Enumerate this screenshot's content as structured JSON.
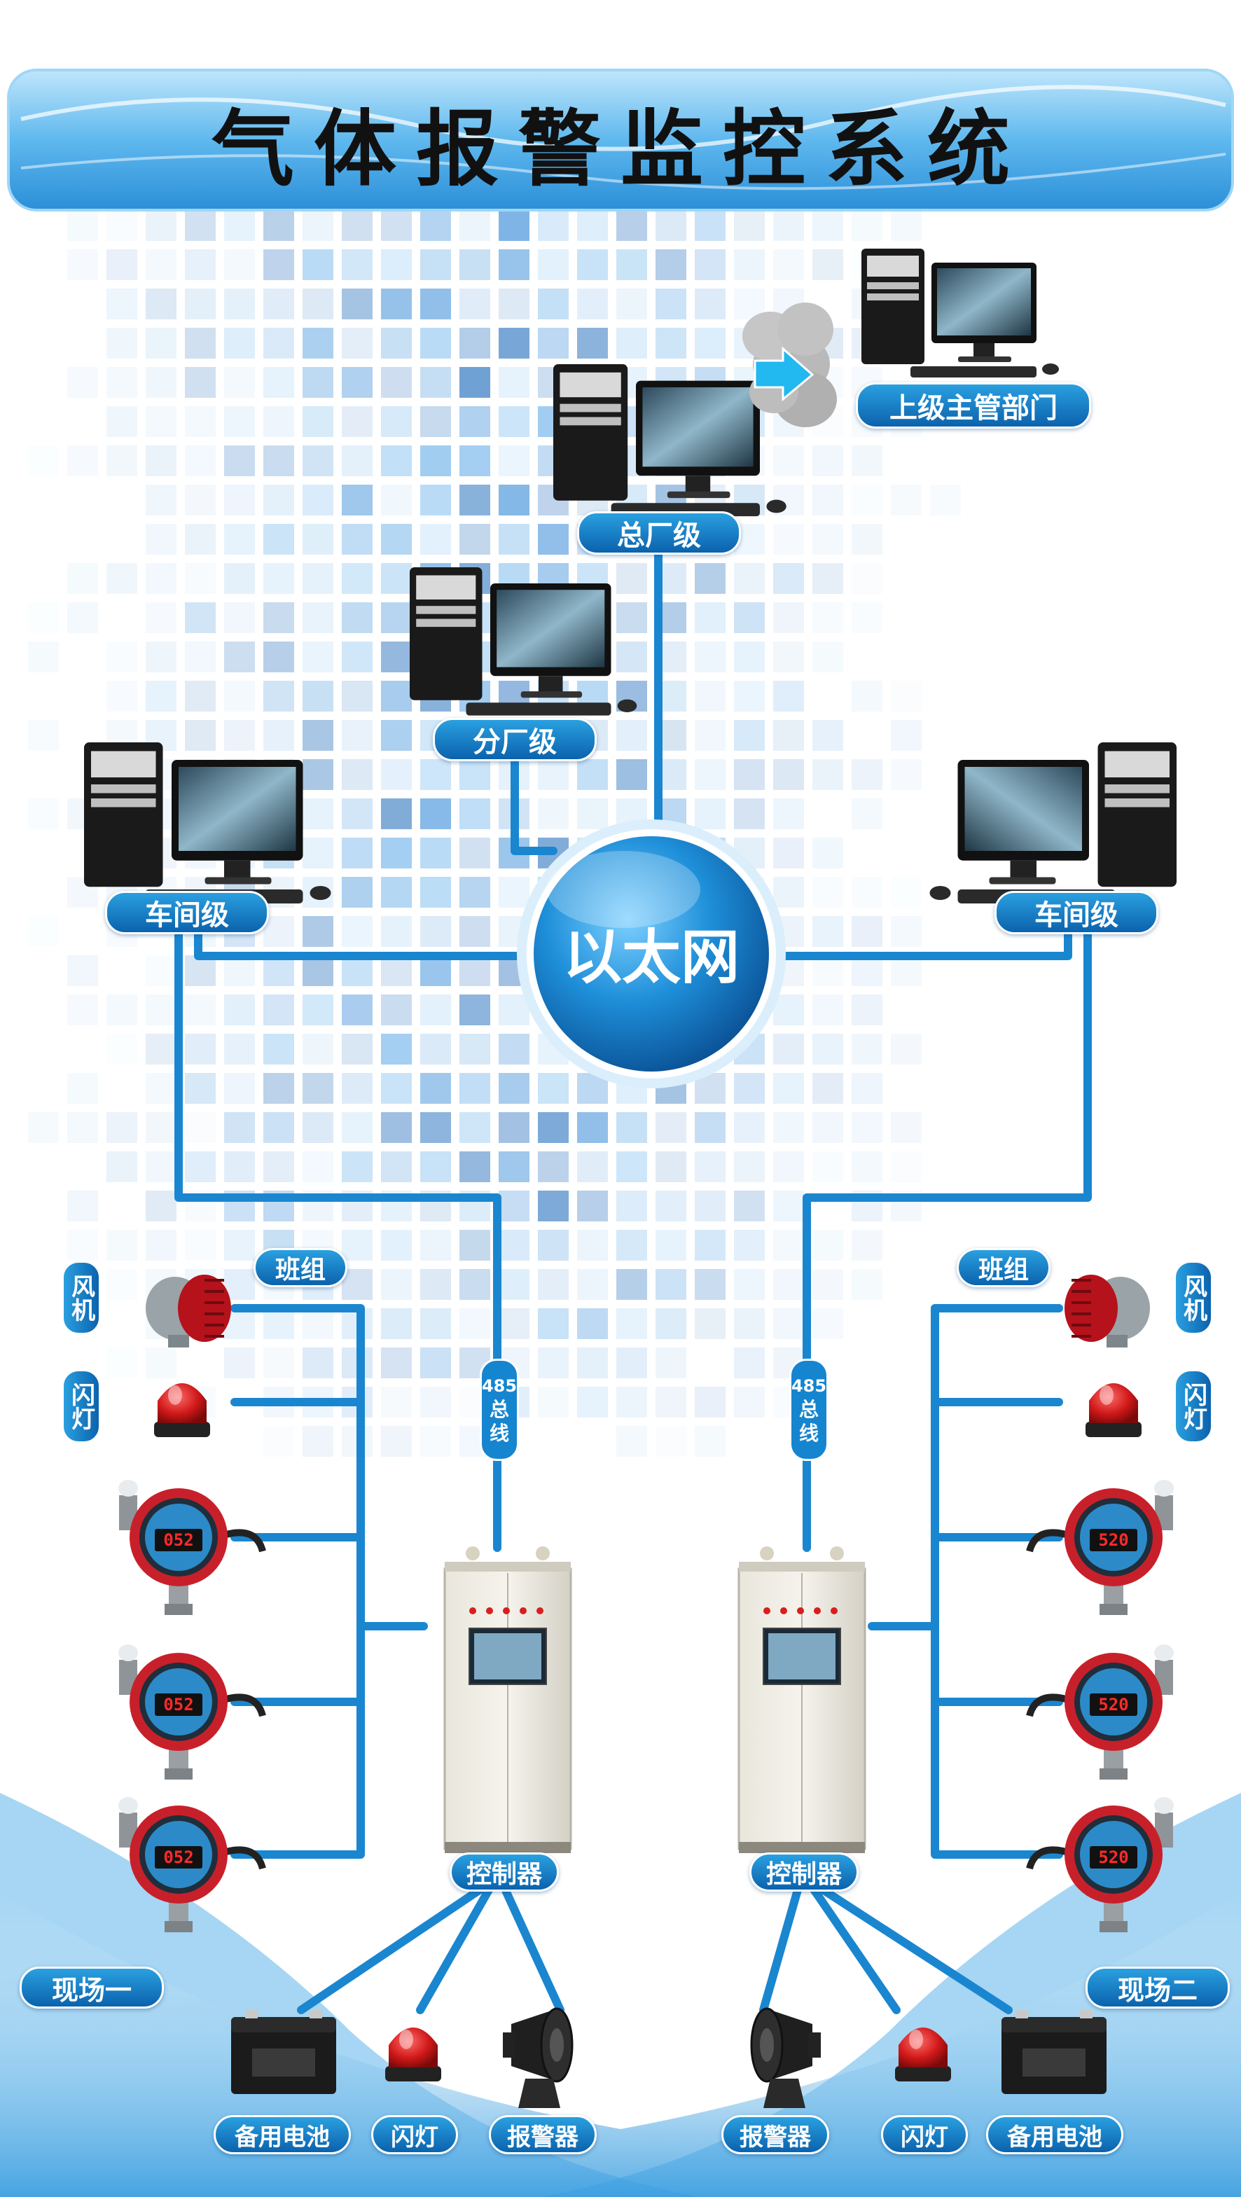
{
  "title": "气体报警监控系统",
  "network": {
    "ethernet": "以太网",
    "bus_number": "485",
    "bus_chars": [
      "总",
      "线"
    ]
  },
  "levels": {
    "superior": "上级主管部门",
    "head_plant": "总厂级",
    "branch_plant": "分厂级",
    "workshop_left": "车间级",
    "workshop_right": "车间级"
  },
  "site_left": {
    "site_name": "现场一",
    "team": "班组",
    "fan": "风机",
    "flash": "闪灯",
    "controller": "控制器",
    "detector_reading": "052",
    "battery": "备用电池",
    "flash_bottom": "闪灯",
    "alarm": "报警器"
  },
  "site_right": {
    "site_name": "现场二",
    "team": "班组",
    "fan": "风机",
    "flash": "闪灯",
    "controller": "控制器",
    "detector_reading": "520",
    "battery": "备用电池",
    "flash_bottom": "闪灯",
    "alarm": "报警器"
  },
  "colors": {
    "line_blue": "#1a86d0",
    "label_blue": "#0b62ad",
    "detector_red": "#c8202a",
    "screen_red": "#ff2a2a"
  }
}
